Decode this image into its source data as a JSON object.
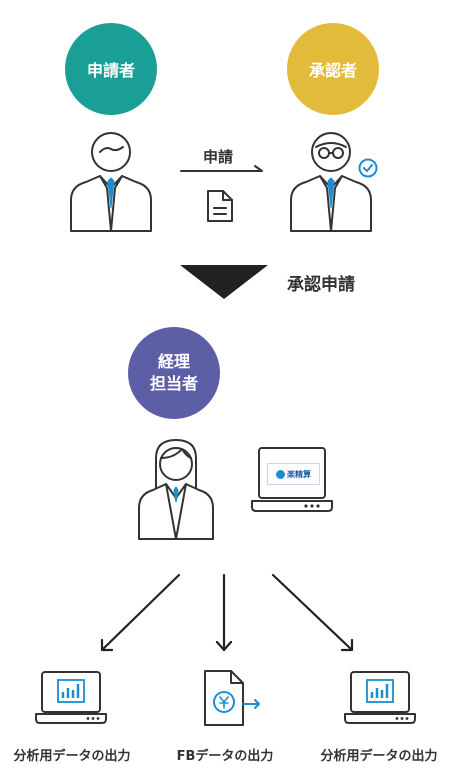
{
  "roles": {
    "applicant": "申請者",
    "approver": "承認者",
    "accounting_line1": "経理",
    "accounting_line2": "担当者"
  },
  "flow": {
    "apply_label": "申請",
    "approval_label": "承認申請"
  },
  "software_badge": "楽精算",
  "outputs": [
    {
      "label": "分析用データの出力"
    },
    {
      "label": "FBデータの出力"
    },
    {
      "label": "分析用データの出力"
    }
  ],
  "colors": {
    "applicant": "#1a9f97",
    "approver": "#e2bb3a",
    "accounting": "#5c5fa6",
    "icon_accent": "#1a8ed0",
    "line": "#333333"
  }
}
